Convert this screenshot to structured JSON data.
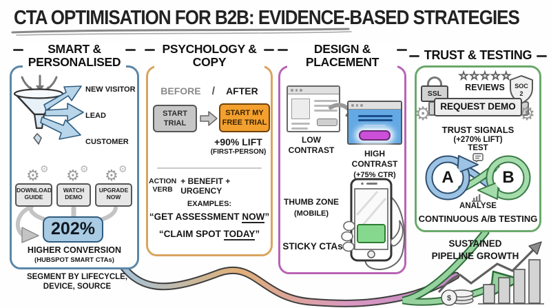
{
  "header": {
    "title": "CTA OPTIMISATION FOR B2B: EVIDENCE-BASED STRATEGIES"
  },
  "icons": {
    "gear": "⚙",
    "pen": "✎"
  },
  "panel_smart": {
    "title1": "SMART &",
    "title2": "PERSONALISED",
    "funnel_targets": [
      "NEW VISITOR",
      "LEAD",
      "CUSTOMER"
    ],
    "cta_chips": [
      {
        "l1": "DOWNLOAD",
        "l2": "GUIDE"
      },
      {
        "l1": "WATCH",
        "l2": "DEMO"
      },
      {
        "l1": "UPGRADE",
        "l2": "NOW"
      }
    ],
    "stat_value": "202%",
    "stat_label": "HIGHER CONVERSION",
    "stat_source": "(HUBSPOT SMART CTAs)",
    "footnote1": "SEGMENT BY LIFECYCLE,",
    "footnote2": "DEVICE, SOURCE"
  },
  "panel_psychology": {
    "title1": "PSYCHOLOGY &",
    "title2": "COPY",
    "before_label": "BEFORE",
    "slash": "/",
    "after_label": "AFTER",
    "before_btn_l1": "START",
    "before_btn_l2": "TRIAL",
    "after_btn_l1": "START MY",
    "after_btn_l2": "FREE TRIAL",
    "lift": "+90% LIFT",
    "lift_note": "(FIRST-PERSON)",
    "formula_stack1": "ACTION",
    "formula_stack2": "VERB",
    "formula_rest": "+ BENEFIT + URGENCY",
    "examples_label": "EXAMPLES:",
    "example1_pre": "“GET ASSESSMENT ",
    "example1_u": "NOW",
    "example1_post": "”",
    "example2_pre": "“CLAIM SPOT ",
    "example2_u": "TODAY",
    "example2_post": "”"
  },
  "panel_design": {
    "title1": "DESIGN &",
    "title2": "PLACEMENT",
    "low1": "LOW",
    "low2": "CONTRAST",
    "high1": "HIGH",
    "high2": "CONTRAST",
    "high3": "(+75% CTR)",
    "thumb1": "THUMB ZONE",
    "thumb2": "(MOBILE)",
    "sticky": "STICKY CTAs"
  },
  "panel_trust": {
    "title": "TRUST & TESTING",
    "ssl": "SSL",
    "stars": "★★★★★",
    "reviews": "REVIEWS",
    "soc_line1": "SOC",
    "soc_line2": "2",
    "request_demo": "REQUEST DEMO",
    "signals": "TRUST SIGNALS",
    "signals_lift": "(+270% LIFT)",
    "test": "TEST",
    "a": "A",
    "b": "B",
    "analyse": "ANALYSE",
    "continuous": "CONTINUOUS A/B TESTING"
  },
  "footer": {
    "growth1": "SUSTAINED",
    "growth2": "PIPELINE GROWTH",
    "dollar": "$"
  },
  "colors": {
    "panel_smart_border": "#5b87a8",
    "panel_psychology_border": "#d9a45f",
    "panel_design_border": "#b863b4",
    "panel_trust_border": "#69a96b",
    "stat_badge": "#a9cbe3",
    "after_button": "#f3a02e",
    "high_contrast_cta": "#cb4fd8",
    "mobile_cta": "#85d88e",
    "funnel_arrows": "#b9d5e9",
    "ab_loop_blue": "#9cc3e4",
    "ab_loop_green": "#a4dcab",
    "ribbon": [
      "#a3c4de",
      "#e0b077",
      "#d998c2",
      "#96d29e"
    ]
  }
}
